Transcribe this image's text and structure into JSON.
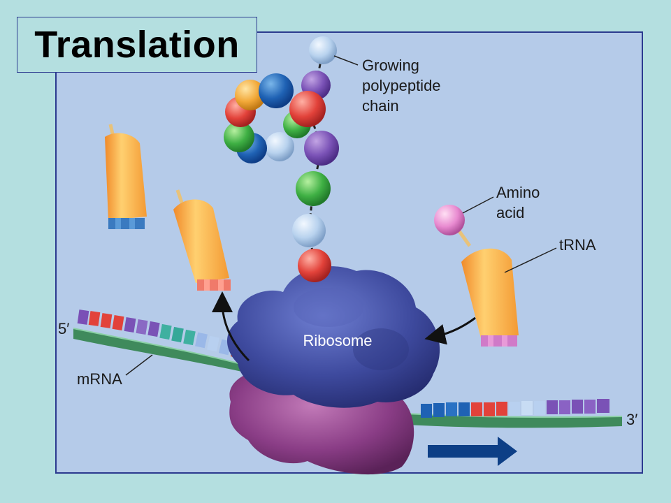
{
  "title": "Translation",
  "labels": {
    "chain_line1": "Growing",
    "chain_line2": "polypeptide",
    "chain_line3": "chain",
    "amino_line1": "Amino",
    "amino_line2": "acid",
    "trna": "tRNA",
    "ribosome": "Ribosome",
    "mrna": "mRNA",
    "five_prime": "5′",
    "three_prime": "3′"
  },
  "colors": {
    "background": "#b4dfe0",
    "panel": "#b5cbe9",
    "ribosome_large": "#3e4a9e",
    "ribosome_small": "#8a3d86",
    "trna": "#f7b24a",
    "mrna_strand": "#3f8a5c",
    "arrow": "#0d3f86"
  }
}
